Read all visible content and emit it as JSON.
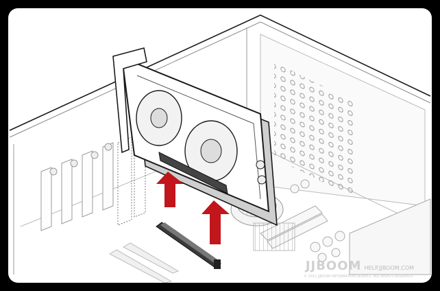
{
  "watermark": {
    "brand": "JJBOOM",
    "url": "HELP.JJBOOM.COM",
    "copyright": "© 2011 JJBOOM INFORMATION SERVICE. ALL RIGHTS RESERVED."
  },
  "colors": {
    "arrow": "#c0161c",
    "line": "#1a1a1a",
    "card_shadow": "#cfcfcf",
    "background": "#ffffff",
    "frame": "#000000"
  },
  "icons": [
    "pc-case-outline",
    "graphics-card",
    "pcie-slot",
    "insert-arrow",
    "cpu-heatsink"
  ]
}
